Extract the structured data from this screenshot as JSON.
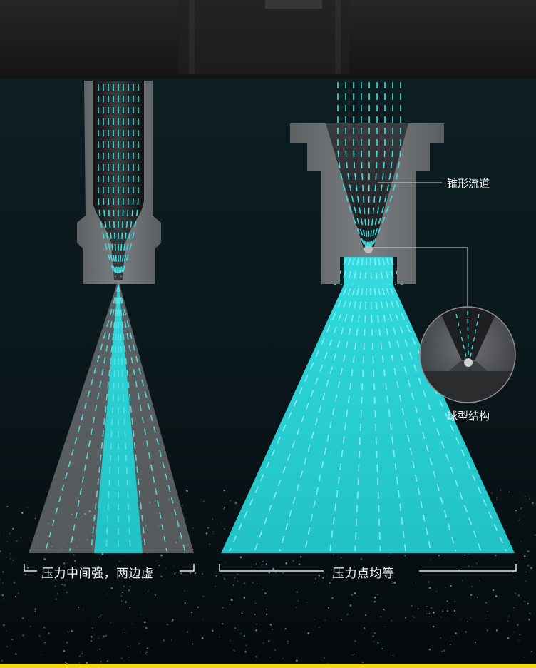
{
  "labels": {
    "cone_channel": "锥形流道",
    "ball_structure": "球型结构"
  },
  "captions": {
    "left": "压力中间强，两边虚",
    "right": "压力点均等"
  },
  "colors": {
    "background": "#0b1519",
    "top_band": "#1b1b1b",
    "water": "#2cd3d6",
    "metal": "#6e7275",
    "bottom_strip": "#f2d91e"
  }
}
